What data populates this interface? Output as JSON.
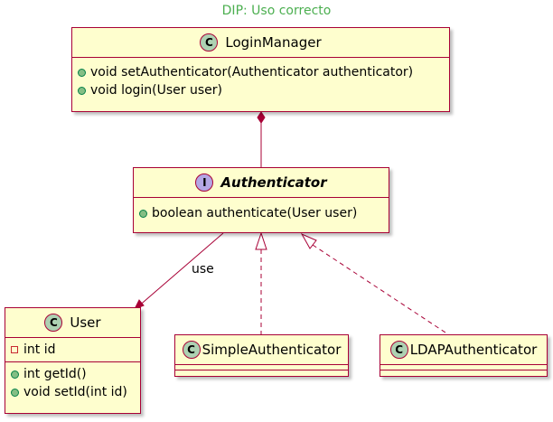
{
  "diagram": {
    "title": "DIP: Uso correcto",
    "relation_label": "use",
    "colors": {
      "title": "#4caf50",
      "class_fill": "#fefece",
      "class_border": "#a80036",
      "class_badge": "#add1b2",
      "interface_badge": "#b4a7e5",
      "public_marker": "#84be84",
      "private_marker": "#c82930"
    },
    "classes": {
      "login_manager": {
        "stereotype": "C",
        "name": "LoginManager",
        "methods": [
          "void setAuthenticator(Authenticator authenticator)",
          "void login(User user)"
        ]
      },
      "authenticator": {
        "stereotype": "I",
        "name": "Authenticator",
        "methods": [
          "boolean authenticate(User user)"
        ]
      },
      "user": {
        "stereotype": "C",
        "name": "User",
        "fields": [
          "int id"
        ],
        "methods": [
          "int getId()",
          "void setId(int id)"
        ]
      },
      "simple_authenticator": {
        "stereotype": "C",
        "name": "SimpleAuthenticator"
      },
      "ldap_authenticator": {
        "stereotype": "C",
        "name": "LDAPAuthenticator"
      }
    }
  }
}
